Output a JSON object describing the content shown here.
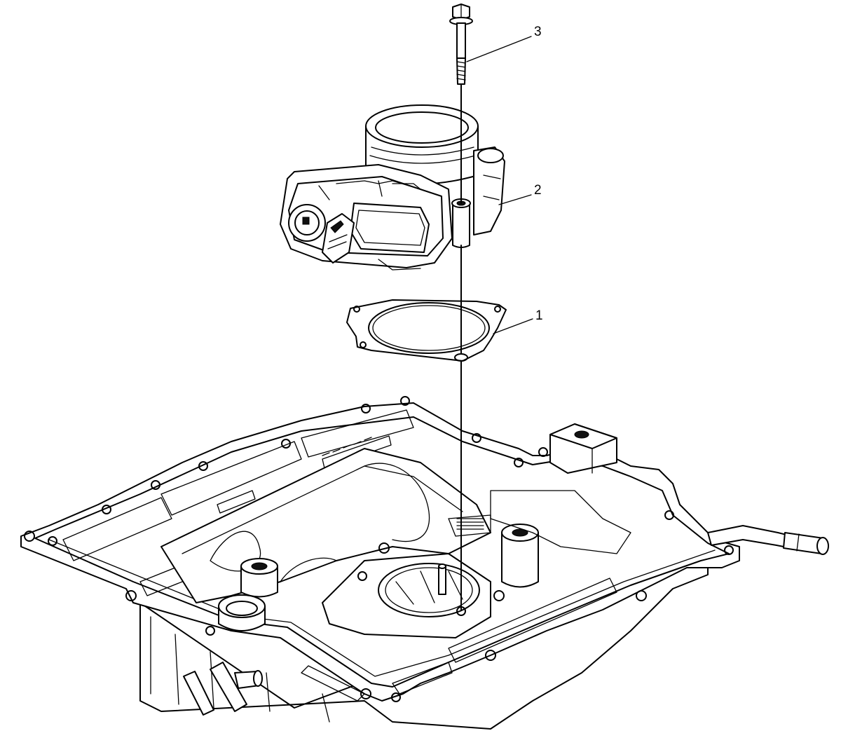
{
  "callouts": [
    {
      "id": "gasket",
      "label": "1"
    },
    {
      "id": "throttle-body",
      "label": "2"
    },
    {
      "id": "bolt",
      "label": "3"
    }
  ],
  "colors": {
    "line": "#000000",
    "background": "#ffffff",
    "shade": "#e6e6e6"
  }
}
